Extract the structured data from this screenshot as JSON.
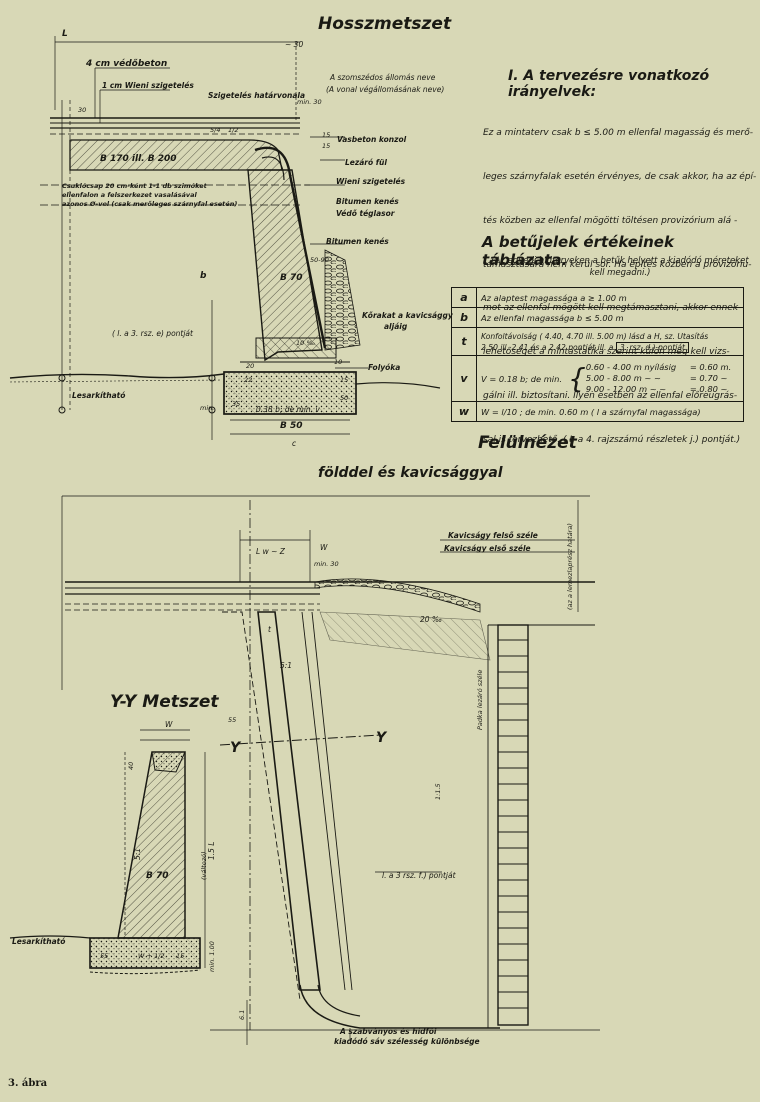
{
  "titles": {
    "longitudinal": "Hosszmetszet",
    "plan": "Felülnézet",
    "plan_sub": "földdel és kavicsággyal",
    "yy": "Y-Y Metszet"
  },
  "guidelines": {
    "heading": "I. A tervezésre vonatkozó irányelvek:",
    "lines": [
      "Ez a mintaterv csak b ≤ 5.00 m ellenfal magasság és merő-",
      "leges szárnyfalak esetén érvényes, de csak akkor, ha az épí-",
      "tés közben az ellenfal mögötti töltésen provizórium alá -",
      "támasztására nem kerül sor. Ha építés közben a provizóriu-",
      "mot az ellenfal mögött kell megtámasztani, akkor ennek",
      "lehetőségét a mintastatika szerint külön meg kell vizs-",
      "gálni ill. biztosítani. Ilyen esetben az ellenfal előreugrás-",
      "sal is tervezhető. ( I. a 4. rajzszámú részletek j.) pontját.)"
    ]
  },
  "letters_table": {
    "heading": "A betűjelek értékeinek táblázata.",
    "note1": "(Az egyedi hídterveken a betűk helyett a kiadódó méreteket",
    "note2": "kell megadni.)",
    "rows": [
      {
        "sym": "a",
        "text": "Az alaptest magassága  a ≥ 1.00 m"
      },
      {
        "sym": "b",
        "text": "Az ellenfal magassága  b ≤ 5.00 m"
      },
      {
        "sym": "t",
        "text1": "Konfoltávolság ( 4.40, 4.70 ill. 5.00 m) lásd a H, sz. Utasítás",
        "text2": "2.50 ill. 2.41 és a 2.42 pontját ill. a",
        "ref": "3. rsz. d.) pontját"
      },
      {
        "sym": "v",
        "lead": "V = 0.18 b;  de min.",
        "r1a": "0.60 - 4.00 m nyílásig",
        "r1b": "= 0.60 m.",
        "r2a": "5.00 - 8.00 m  ~ ~",
        "r2b": "= 0.70 ~",
        "r3a": "9.00 - 12.00 m  ~ ~",
        "r3b": "= 0.80 ~"
      },
      {
        "sym": "w",
        "text": "W = l/10 ; de min. 0.60 m ( l a szárnyfal magassága)"
      }
    ]
  },
  "section_labels": {
    "L": "L",
    "d30": "~ 30",
    "protective": "4 cm védőbeton",
    "insul1": "1 cm Wieni szigetelés",
    "neighbor1": "A szomszédos állomás neve",
    "neighbor2": "(A vonal végállomásának neve)",
    "insul_border": "Szigetelés határvonala",
    "min30": "min. 30",
    "concrete_top": "B 170 ill. B 200",
    "rc_console": "Vasbeton konzol",
    "closing_felt": "Lezáró fül",
    "insul2": "Wieni szigetelés",
    "bitumen1": "Bitumen kenés",
    "brick": "Védő téglasor",
    "bitumen2": "Bitumen kenés",
    "pipe1": "Csuklócsap 20 cm-ként 1-1 db szimóket",
    "pipe2": "ellenfalon a felszerkezet vasalásával",
    "pipe3": "azonos Ø-vel (csak merőleges szárnyfal esetén)",
    "stones1": "Kőrakat a kavicsággy",
    "stones2": "aljáig",
    "ref_e": "( l. a 3. rsz. e) pontját",
    "b": "b",
    "b70": "B 70",
    "pct10": "10 ‰",
    "dim5090": "50-90",
    "d15": "15",
    "drain": "Folyóka",
    "lean": "Lesarkítható",
    "b50": "B 50",
    "found": "0.38 b; de min. v",
    "c": "c",
    "dmin": "min.",
    "dims": [
      "15",
      "5/4",
      "1/2",
      "30",
      "22",
      "15",
      "10",
      "35",
      "50",
      "20"
    ]
  },
  "plan_labels": {
    "gravel_top": "Kavicságy felső széle",
    "gravel_front": "Kavicságy első széle",
    "wing_side": "(az a lemezlaprész határa)",
    "pct20": "20 ‰",
    "slope51": "5:1",
    "lw": "L w ~ Z",
    "w": "W",
    "min30": "min. 30",
    "d55": "55",
    "t": "t",
    "y": "Y",
    "r115": "1:1.5",
    "ref_f": "l. a 3 rsz. f.) pontját",
    "stairs": "Padka lezáró széle",
    "bottom1": "A szabványos és hídfői",
    "bottom2": "kiadódó sáv szélesség különbsége",
    "r6": "6.1"
  },
  "yy_labels": {
    "w": "W",
    "d40": "40",
    "slope": "5:1",
    "b70": "B 70",
    "lean": "Lesarkítható",
    "d55": "55",
    "dim": "W + 1/2",
    "d15": "15",
    "scale": "1.5 L",
    "var": "(változó)",
    "min": "min. 1.00"
  },
  "caption": "3. ábra"
}
